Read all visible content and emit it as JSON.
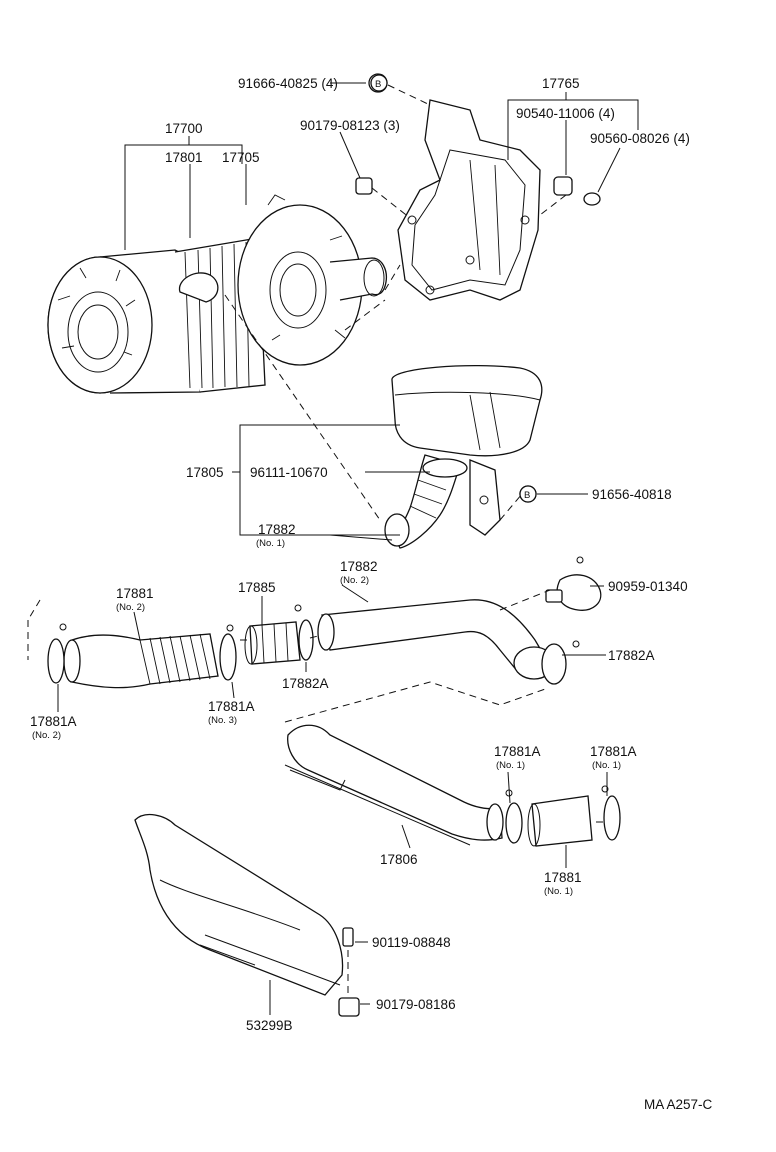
{
  "labels": {
    "p91666": "91666-40825 (4)",
    "p90179a": "90179-08123 (3)",
    "p17765": "17765",
    "p90540": "90540-11006 (4)",
    "p90560": "90560-08026 (4)",
    "p17700": "17700",
    "p17801": "17801",
    "p17705": "17705",
    "p17805": "17805",
    "p96111": "96111-10670",
    "p91656": "91656-40818",
    "p17882_1": "17882",
    "p17882_1_sub": "(No. 1)",
    "p17882_2": "17882",
    "p17882_2_sub": "(No. 2)",
    "p17881_2": "17881",
    "p17881_2_sub": "(No. 2)",
    "p17885": "17885",
    "p90959": "90959-01340",
    "p17882A_r": "17882A",
    "p17882A_m": "17882A",
    "p17881A_3": "17881A",
    "p17881A_3_sub": "(No. 3)",
    "p17881A_2": "17881A",
    "p17881A_2_sub": "(No. 2)",
    "p17881A_1a": "17881A",
    "p17881A_1a_sub": "(No. 1)",
    "p17881A_1b": "17881A",
    "p17881A_1b_sub": "(No. 1)",
    "p17806": "17806",
    "p17881_1": "17881",
    "p17881_1_sub": "(No. 1)",
    "p90119": "90119-08848",
    "p90179b": "90179-08186",
    "p53299": "53299B",
    "circle_b": "B",
    "ref": "MA  A257-C"
  }
}
